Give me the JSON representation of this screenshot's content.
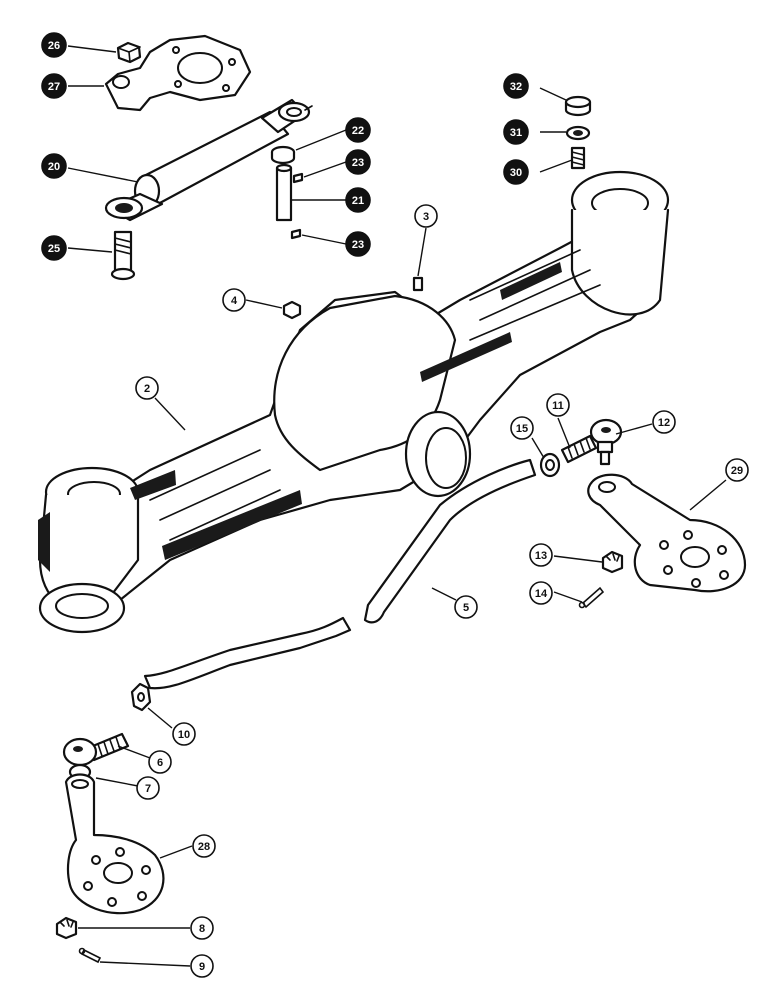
{
  "callouts": [
    {
      "id": "c26",
      "label": "26"
    },
    {
      "id": "c27",
      "label": "27"
    },
    {
      "id": "c20",
      "label": "20"
    },
    {
      "id": "c25",
      "label": "25"
    },
    {
      "id": "c22",
      "label": "22"
    },
    {
      "id": "c23a",
      "label": "23"
    },
    {
      "id": "c21",
      "label": "21"
    },
    {
      "id": "c23b",
      "label": "23"
    },
    {
      "id": "c32",
      "label": "32"
    },
    {
      "id": "c31",
      "label": "31"
    },
    {
      "id": "c30",
      "label": "30"
    },
    {
      "id": "c3",
      "label": "3"
    },
    {
      "id": "c4",
      "label": "4"
    },
    {
      "id": "c2",
      "label": "2"
    },
    {
      "id": "c11",
      "label": "11"
    },
    {
      "id": "c12",
      "label": "12"
    },
    {
      "id": "c15",
      "label": "15"
    },
    {
      "id": "c29",
      "label": "29"
    },
    {
      "id": "c13",
      "label": "13"
    },
    {
      "id": "c14",
      "label": "14"
    },
    {
      "id": "c5",
      "label": "5"
    },
    {
      "id": "c10",
      "label": "10"
    },
    {
      "id": "c6",
      "label": "6"
    },
    {
      "id": "c7",
      "label": "7"
    },
    {
      "id": "c28",
      "label": "28"
    },
    {
      "id": "c8",
      "label": "8"
    },
    {
      "id": "c9",
      "label": "9"
    }
  ]
}
